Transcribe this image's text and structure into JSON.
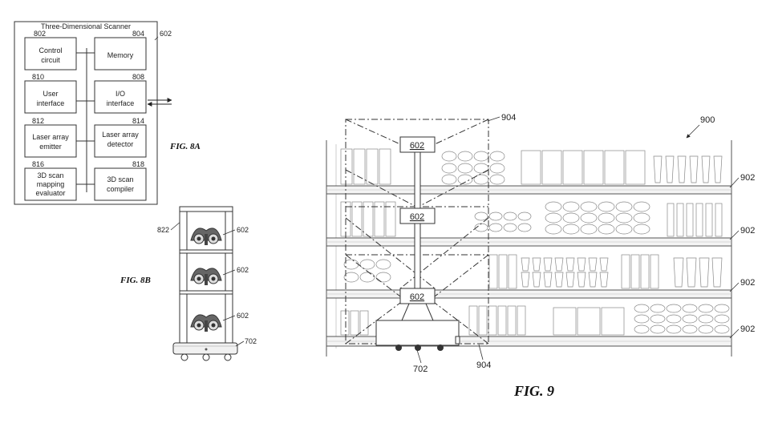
{
  "fig8a": {
    "title": "Three-Dimensional Scanner",
    "ref_outer": "602",
    "label": "FIG. 8A",
    "blocks": [
      {
        "ref": "802",
        "lines": [
          "Control",
          "circuit"
        ]
      },
      {
        "ref": "804",
        "lines": [
          "Memory"
        ]
      },
      {
        "ref": "810",
        "lines": [
          "User",
          "interface"
        ]
      },
      {
        "ref": "808",
        "lines": [
          "I/O",
          "interface"
        ]
      },
      {
        "ref": "812",
        "lines": [
          "Laser array",
          "emitter"
        ]
      },
      {
        "ref": "814",
        "lines": [
          "Laser array",
          "detector"
        ]
      },
      {
        "ref": "816",
        "lines": [
          "3D scan",
          "mapping",
          "evaluator"
        ]
      },
      {
        "ref": "818",
        "lines": [
          "3D scan",
          "compiler"
        ]
      }
    ]
  },
  "fig8b": {
    "label": "FIG. 8B",
    "ref_tower": "822",
    "ref_scanners": [
      "602",
      "602",
      "602"
    ],
    "ref_base": "702"
  },
  "fig9": {
    "label": "FIG. 9",
    "ref_scene": "900",
    "ref_field_top": "904",
    "ref_field_bottom": "904",
    "ref_base": "702",
    "ref_scanners": [
      "602",
      "602",
      "602"
    ],
    "ref_shelves": [
      "902",
      "902",
      "902",
      "902"
    ]
  }
}
